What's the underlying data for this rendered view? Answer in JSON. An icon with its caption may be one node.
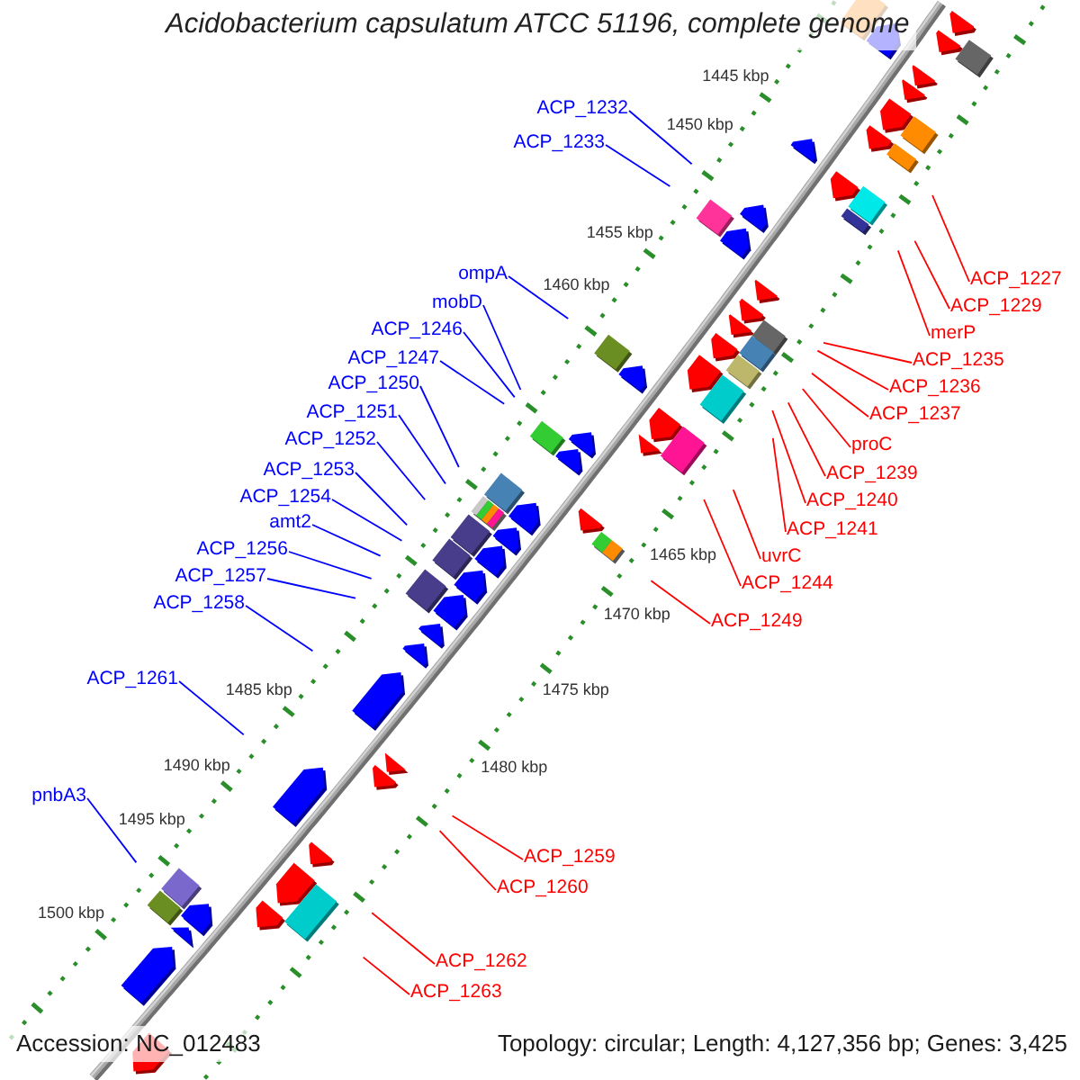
{
  "diagram": {
    "title": "Acidobacterium capsulatum ATCC 51196, complete genome",
    "nodes": [
      {
        "text": [
          "ACP_1232"
        ]
      },
      {
        "text": [
          "ACP_1233"
        ]
      },
      {
        "text": [
          "ompA"
        ]
      },
      {
        "text": [
          "mobD"
        ]
      },
      {
        "text": [
          "ACP_1246"
        ]
      },
      {
        "text": [
          "ACP_1247"
        ]
      },
      {
        "text": [
          "ACP_1250"
        ]
      },
      {
        "text": [
          "ACP_1251"
        ]
      },
      {
        "text": [
          "ACP_1252"
        ]
      },
      {
        "text": [
          "ACP_1253"
        ]
      },
      {
        "text": [
          "ACP_1254"
        ]
      },
      {
        "text": [
          "amt2"
        ]
      },
      {
        "text": [
          "ACP_1256"
        ]
      },
      {
        "text": [
          "ACP_1257"
        ]
      },
      {
        "text": [
          "ACP_1258"
        ]
      },
      {
        "text": [
          "ACP_1261"
        ]
      },
      {
        "text": [
          "pnbA3"
        ]
      },
      {
        "text": [
          "ACP_1227"
        ]
      },
      {
        "text": [
          "ACP_1229"
        ]
      },
      {
        "text": [
          "merP"
        ]
      },
      {
        "text": [
          "ACP_1235"
        ]
      },
      {
        "text": [
          "ACP_1236"
        ]
      },
      {
        "text": [
          "ACP_1237"
        ]
      },
      {
        "text": [
          "proC"
        ]
      },
      {
        "text": [
          "ACP_1239"
        ]
      },
      {
        "text": [
          "ACP_1240"
        ]
      },
      {
        "text": [
          "ACP_1241"
        ]
      },
      {
        "text": [
          "uvrC"
        ]
      },
      {
        "text": [
          "ACP_1244"
        ]
      },
      {
        "text": [
          "ACP_1249"
        ]
      },
      {
        "text": [
          "ACP_1259"
        ]
      },
      {
        "text": [
          "ACP_1260"
        ]
      },
      {
        "text": [
          "ACP_1262"
        ]
      },
      {
        "text": [
          "ACP_1263"
        ]
      }
    ],
    "edges": [
      {
        "from": 0,
        "to": null,
        "arrow": "none",
        "color": "#0000ff"
      },
      {
        "from": 1,
        "to": null,
        "arrow": "none",
        "color": "#0000ff"
      },
      {
        "from": 2,
        "to": null,
        "arrow": "none",
        "color": "#0000ff"
      },
      {
        "from": 3,
        "to": null,
        "arrow": "none",
        "color": "#0000ff"
      },
      {
        "from": 4,
        "to": null,
        "arrow": "none",
        "color": "#0000ff"
      },
      {
        "from": 5,
        "to": null,
        "arrow": "none",
        "color": "#0000ff"
      },
      {
        "from": 6,
        "to": null,
        "arrow": "none",
        "color": "#0000ff"
      },
      {
        "from": 7,
        "to": null,
        "arrow": "none",
        "color": "#0000ff"
      },
      {
        "from": 8,
        "to": null,
        "arrow": "none",
        "color": "#0000ff"
      },
      {
        "from": 9,
        "to": null,
        "arrow": "none",
        "color": "#0000ff"
      },
      {
        "from": 10,
        "to": null,
        "arrow": "none",
        "color": "#0000ff"
      },
      {
        "from": 11,
        "to": null,
        "arrow": "none",
        "color": "#0000ff"
      },
      {
        "from": 12,
        "to": null,
        "arrow": "none",
        "color": "#0000ff"
      },
      {
        "from": 13,
        "to": null,
        "arrow": "none",
        "color": "#0000ff"
      },
      {
        "from": 14,
        "to": null,
        "arrow": "none",
        "color": "#0000ff"
      },
      {
        "from": 15,
        "to": null,
        "arrow": "none",
        "color": "#0000ff"
      },
      {
        "from": 16,
        "to": null,
        "arrow": "none",
        "color": "#0000ff"
      },
      {
        "from": 17,
        "to": null,
        "arrow": "none",
        "color": "#ff0000"
      },
      {
        "from": 18,
        "to": null,
        "arrow": "none",
        "color": "#ff0000"
      },
      {
        "from": 19,
        "to": null,
        "arrow": "none",
        "color": "#ff0000"
      },
      {
        "from": 20,
        "to": null,
        "arrow": "none",
        "color": "#ff0000"
      },
      {
        "from": 21,
        "to": null,
        "arrow": "none",
        "color": "#ff0000"
      },
      {
        "from": 22,
        "to": null,
        "arrow": "none",
        "color": "#ff0000"
      },
      {
        "from": 23,
        "to": null,
        "arrow": "none",
        "color": "#ff0000"
      },
      {
        "from": 24,
        "to": null,
        "arrow": "none",
        "color": "#ff0000"
      },
      {
        "from": 25,
        "to": null,
        "arrow": "none",
        "color": "#ff0000"
      },
      {
        "from": 26,
        "to": null,
        "arrow": "none",
        "color": "#ff0000"
      },
      {
        "from": 27,
        "to": null,
        "arrow": "none",
        "color": "#ff0000"
      },
      {
        "from": 28,
        "to": null,
        "arrow": "none",
        "color": "#ff0000"
      },
      {
        "from": 29,
        "to": null,
        "arrow": "none",
        "color": "#ff0000"
      },
      {
        "from": 30,
        "to": null,
        "arrow": "none",
        "color": "#ff0000"
      },
      {
        "from": 31,
        "to": null,
        "arrow": "none",
        "color": "#ff0000"
      },
      {
        "from": 32,
        "to": null,
        "arrow": "none",
        "color": "#ff0000"
      },
      {
        "from": 33,
        "to": null,
        "arrow": "none",
        "color": "#ff0000"
      }
    ],
    "labels": [
      "1445 kbp",
      "1450 kbp",
      "1455 kbp",
      "1460 kbp",
      "1465 kbp",
      "1470 kbp",
      "1475 kbp",
      "1480 kbp",
      "1485 kbp",
      "1490 kbp",
      "1495 kbp",
      "1500 kbp",
      "Accession: NC_012483",
      "Topology: circular; Length: 4,127,356 bp; Genes: 3,425"
    ]
  }
}
